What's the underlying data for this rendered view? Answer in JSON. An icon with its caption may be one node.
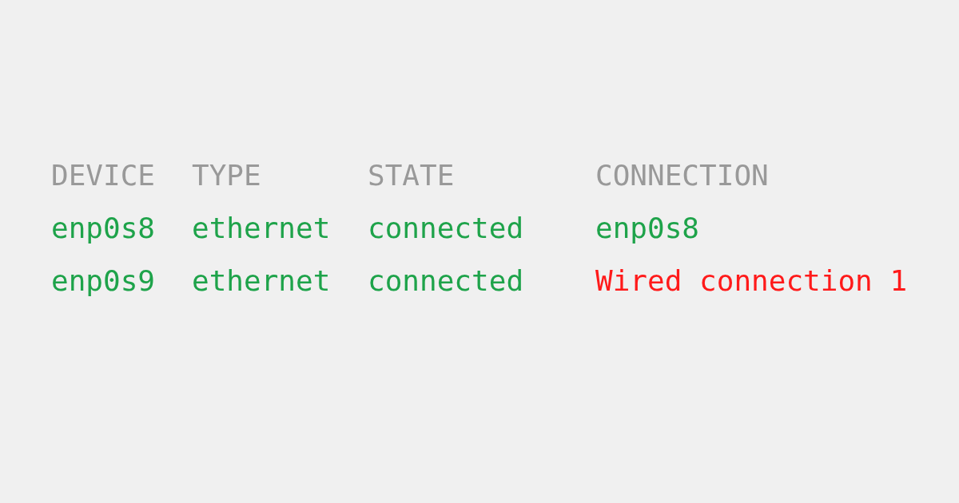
{
  "diagram": {
    "labels": [
      "DEVICE",
      "TYPE",
      "STATE",
      "CONNECTION",
      "enp0s8",
      "ethernet",
      "connected",
      "enp0s8",
      "enp0s9",
      "ethernet",
      "connected",
      "Wired connection 1"
    ]
  }
}
